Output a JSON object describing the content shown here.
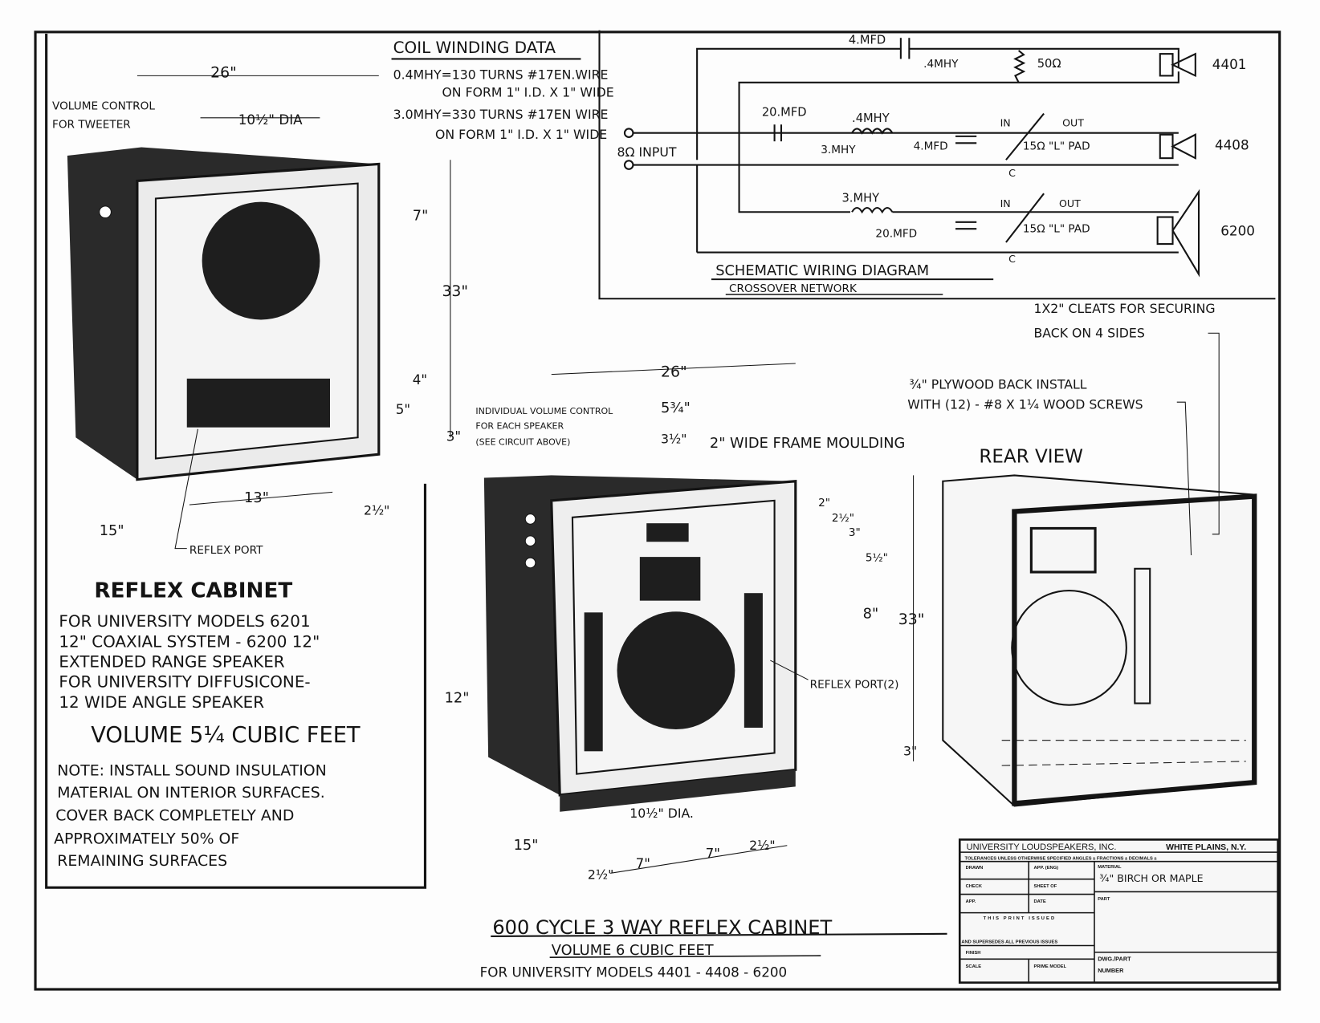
{
  "coil": {
    "title": "COIL WINDING DATA",
    "line1": "0.4MHY=130 TURNS #17EN.WIRE",
    "line2": "ON FORM 1\" I.D. X 1\" WIDE",
    "line3": "3.0MHY=330 TURNS #17EN WIRE",
    "line4": "ON FORM 1\" I.D. X 1\" WIDE"
  },
  "schematic": {
    "title": "SCHEMATIC WIRING DIAGRAM",
    "subtitle": "CROSSOVER NETWORK",
    "input": "8Ω INPUT",
    "c_top": "4.MFD",
    "l_top": ".4MHY",
    "r_top": "50Ω",
    "c_mid1": "20.MFD",
    "l_mid": ".4MHY",
    "l_mid_shunt": "3.MHY",
    "c_mid2": "4.MFD",
    "pad_mid": "15Ω \"L\" PAD",
    "l_low": "3.MHY",
    "c_low": "20.MFD",
    "pad_low": "15Ω \"L\" PAD",
    "in": "IN",
    "out": "OUT",
    "c": "C",
    "speakers": [
      "4401",
      "4408",
      "6200"
    ]
  },
  "reflex": {
    "volume_control": "VOLUME CONTROL",
    "for_tweeter": "FOR TWEETER",
    "dim_width": "26\"",
    "dim_dia": "10½\" DIA",
    "dim_7": "7\"",
    "dim_33": "33\"",
    "dim_4": "4\"",
    "dim_5": "5\"",
    "dim_3": "3\"",
    "dim_13": "13\"",
    "dim_15": "15\"",
    "dim_2half": "2½\"",
    "reflex_port": "REFLEX PORT",
    "title": "REFLEX CABINET",
    "desc": [
      "FOR UNIVERSITY MODELS 6201",
      "12\" COAXIAL SYSTEM - 6200 12\"",
      "EXTENDED RANGE SPEAKER",
      "FOR UNIVERSITY DIFFUSICONE-",
      "12 WIDE ANGLE SPEAKER"
    ],
    "volume": "VOLUME 5¼ CUBIC FEET",
    "note": [
      "NOTE: INSTALL SOUND INSULATION",
      "MATERIAL ON INTERIOR SURFACES.",
      "COVER BACK COMPLETELY AND",
      "APPROXIMATELY 50% OF",
      "REMAINING SURFACES"
    ]
  },
  "threeway": {
    "individual": [
      "INDIVIDUAL VOLUME CONTROL",
      "FOR EACH SPEAKER",
      "(SEE CIRCUIT ABOVE)"
    ],
    "dim_26": "26\"",
    "dim_5_3_4": "5¾\"",
    "dim_3_half": "3½\"",
    "frame": "2\" WIDE FRAME MOULDING",
    "dim_2": "2\"",
    "dim_2_half": "2½\"",
    "dim_3": "3\"",
    "dim_5_half": "5½\"",
    "dim_8": "8\"",
    "dim_33": "33\"",
    "dim_12": "12\"",
    "dim_3b": "3\"",
    "reflex_port": "REFLEX PORT(2)",
    "dim_dia": "10½\" DIA.",
    "dim_15": "15\"",
    "dim_bottom": [
      "2½\"",
      "7\"",
      "7\"",
      "2½\""
    ],
    "title": "600 CYCLE 3 WAY REFLEX CABINET",
    "volume": "VOLUME 6 CUBIC FEET",
    "models": "FOR UNIVERSITY MODELS 4401 - 4408 - 6200"
  },
  "rear": {
    "cleats1": "1X2\" CLEATS FOR SECURING",
    "cleats2": "BACK ON 4 SIDES",
    "plywood1": "¾\" PLYWOOD BACK INSTALL",
    "plywood2": "WITH (12) - #8 X 1¼ WOOD SCREWS",
    "title": "REAR VIEW"
  },
  "titleblock": {
    "company": "UNIVERSITY LOUDSPEAKERS, INC.",
    "location": "WHITE PLAINS, N.Y.",
    "tolerances": "TOLERANCES UNLESS OTHERWISE SPECIFIED   ANGLES ±   FRACTIONS ±   DECIMALS ±",
    "drawn": "DRAWN",
    "app_eng": "APP. (ENG)",
    "check": "CHECK",
    "sheet": "SHEET    OF",
    "app": "APP.",
    "date": "DATE",
    "issued": "THIS PRINT ISSUED",
    "supersedes": "AND SUPERSEDES ALL PREVIOUS ISSUES",
    "finish": "FINISH",
    "scale": "SCALE",
    "prime_model": "PRIME MODEL",
    "material_label": "MATERIAL",
    "material": "¾\" BIRCH OR MAPLE",
    "part": "PART",
    "dwg": "DWG./PART",
    "number": "NUMBER"
  }
}
